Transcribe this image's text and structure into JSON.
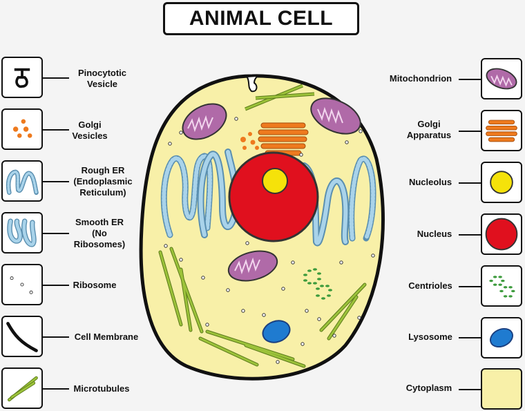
{
  "title": "ANIMAL CELL",
  "left_labels": [
    {
      "line1": "Pinocytotic",
      "line2": "Vesicle",
      "line3": ""
    },
    {
      "line1": "Golgi",
      "line2": "Vesicles",
      "line3": ""
    },
    {
      "line1": "Rough ER",
      "line2": "(Endoplasmic",
      "line3": "Reticulum)"
    },
    {
      "line1": "Smooth ER",
      "line2": "(No",
      "line3": "Ribosomes)"
    },
    {
      "line1": "Ribosome",
      "line2": "",
      "line3": ""
    },
    {
      "line1": "Cell Membrane",
      "line2": "",
      "line3": ""
    },
    {
      "line1": "Microtubules",
      "line2": "",
      "line3": ""
    }
  ],
  "right_labels": [
    {
      "line1": "Mitochondrion",
      "line2": ""
    },
    {
      "line1": "Golgi",
      "line2": "Apparatus"
    },
    {
      "line1": "Nucleolus",
      "line2": ""
    },
    {
      "line1": "Nucleus",
      "line2": ""
    },
    {
      "line1": "Centrioles",
      "line2": ""
    },
    {
      "line1": "Lysosome",
      "line2": ""
    },
    {
      "line1": "Cytoplasm",
      "line2": ""
    }
  ],
  "colors": {
    "cytoplasm": "#f8f0a8",
    "nucleus": "#e0101e",
    "nucleolus": "#f5e20a",
    "mitochondrion": "#b06aa8",
    "golgi": "#ee7a1e",
    "er": "#a9d3ea",
    "microtubule": "#9cc23a",
    "centriole": "#3d9b3d",
    "lysosome": "#1f7bd0"
  }
}
